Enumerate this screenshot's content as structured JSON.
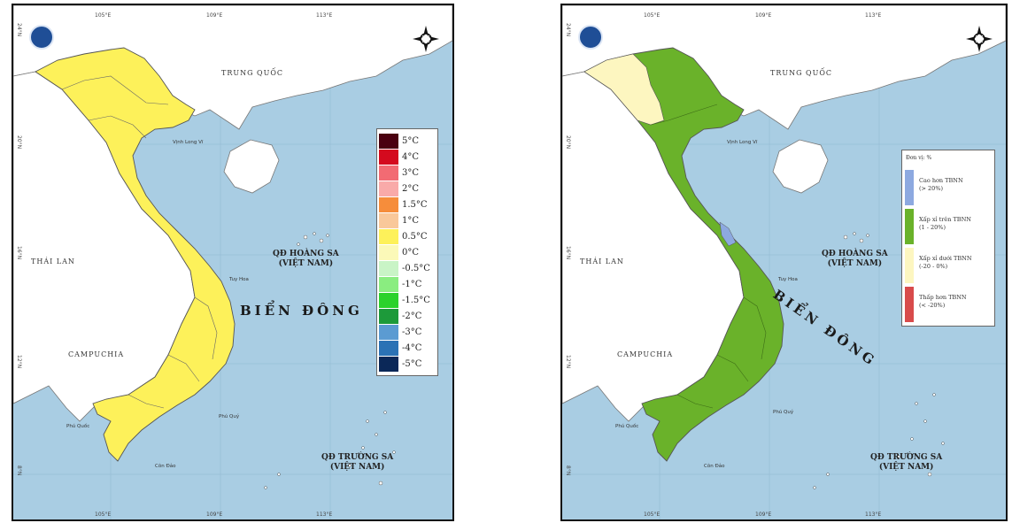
{
  "colors": {
    "sea": "#a9cde3",
    "foreign_land": "#ffffff",
    "vietnam_temp": "#fdf15a",
    "vietnam_rain": "#6ab22a",
    "rain_dry_area": "#fdf6c0",
    "rain_wet_strip": "#8da9e0",
    "border": "#111111"
  },
  "left_map": {
    "labels": {
      "china": "TRUNG QUỐC",
      "thailand": "THÁI LAN",
      "cambodia": "CAMPUCHIA",
      "sea": "BIỂN ĐÔNG",
      "hoang_sa": "QĐ HOÀNG SA\n(VIỆT NAM)",
      "truong_sa": "QĐ TRƯỜNG SA\n(VIỆT NAM)",
      "gulf": "Vịnh Long Vĩ",
      "city_quynhon": "Tuy Hoa",
      "city_phuquoc": "Phú Quốc",
      "city_condao": "Côn Đảo",
      "city_phuquy": "Phú Quý"
    },
    "legend": [
      {
        "label": "5°C",
        "color": "#4a0010"
      },
      {
        "label": "4°C",
        "color": "#d40a1e"
      },
      {
        "label": "3°C",
        "color": "#f26b73"
      },
      {
        "label": "2°C",
        "color": "#f9aaa9"
      },
      {
        "label": "1.5°C",
        "color": "#f68d3b"
      },
      {
        "label": "1°C",
        "color": "#f9c89a"
      },
      {
        "label": "0.5°C",
        "color": "#fdf15a"
      },
      {
        "label": "0°C",
        "color": "#fbf9b8"
      },
      {
        "label": "-0.5°C",
        "color": "#c9f4c6"
      },
      {
        "label": "-1°C",
        "color": "#8aed80"
      },
      {
        "label": "-1.5°C",
        "color": "#2bd22b"
      },
      {
        "label": "-2°C",
        "color": "#1d9a3a"
      },
      {
        "label": "-3°C",
        "color": "#5b9bd2"
      },
      {
        "label": "-4°C",
        "color": "#2b72b5"
      },
      {
        "label": "-5°C",
        "color": "#0b2858"
      }
    ]
  },
  "right_map": {
    "labels": {
      "china": "TRUNG QUỐC",
      "thailand": "THÁI LAN",
      "cambodia": "CAMPUCHIA",
      "sea": "BIỂN ĐÔNG",
      "hoang_sa": "QĐ HOÀNG SA\n(VIỆT NAM)",
      "truong_sa": "QĐ TRƯỜNG SA\n(VIỆT NAM)",
      "gulf": "Vịnh Long Vĩ",
      "city_quynhon": "Tuy Hoa",
      "city_phuquoc": "Phú Quốc",
      "city_condao": "Côn Đảo",
      "city_phuquy": "Phú Quý"
    },
    "legend_title": "Đơn vị: %",
    "legend": [
      {
        "label": "Cao hơn TBNN\n(> 20%)",
        "color": "#8da9e0"
      },
      {
        "label": "Xấp xỉ trên TBNN\n(1 - 20%)",
        "color": "#6ab22a"
      },
      {
        "label": "Xấp xỉ dưới TBNN\n(-20 - 0%)",
        "color": "#fdf6c0"
      },
      {
        "label": "Thấp hơn TBNN\n(< -20%)",
        "color": "#d84b4b"
      }
    ]
  },
  "graticule": {
    "lon_labels": [
      "105°E",
      "109°E",
      "113°E"
    ],
    "lat_labels": [
      "24°N",
      "20°N",
      "16°N",
      "12°N",
      "8°N"
    ]
  },
  "icons": [
    "logo-icon",
    "compass-icon"
  ]
}
